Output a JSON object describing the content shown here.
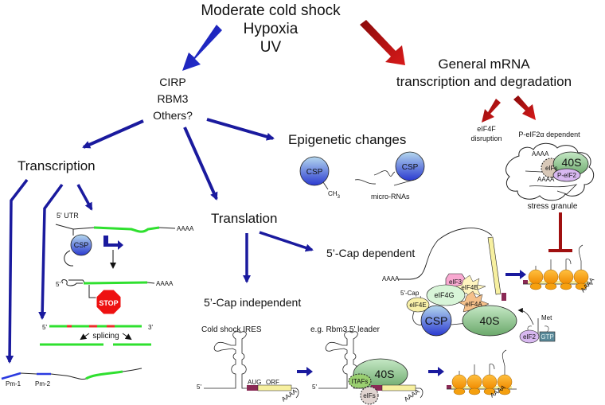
{
  "colors": {
    "blue_arrow": "#1a1a9e",
    "red_arrow": "#b00d0d",
    "rna_green": "#2fe02f",
    "intron_red": "#e8302a",
    "orf_yellow": "#f7f0a0",
    "aug_maroon": "#8a2a55",
    "ribosome_orange": "#f5a010",
    "csp_blue": "#4a66d8",
    "green_40s": "#8fcf8f",
    "stop_red": "#ee1111"
  },
  "top": {
    "stimuli": [
      "Moderate cold shock",
      "Hypoxia",
      "UV"
    ]
  },
  "left_branch": {
    "proteins": [
      "CIRP",
      "RBM3",
      "Others?"
    ]
  },
  "right_branch": {
    "title_lines": [
      "General mRNA",
      "transcription and degradation"
    ],
    "eif4f_lines": [
      "eIF4F",
      "disruption"
    ],
    "peif2_label": "P-eIF2α dependent",
    "granule": {
      "aaaa_top": "AAAA",
      "aaaa_bottom": "AAAA",
      "eifs": "eIFs",
      "ribosome": "40S",
      "peif2": "P-eIF2"
    },
    "stress_granule_label": "stress granule"
  },
  "transcription": {
    "title": "Transcription",
    "utr_label": "5' UTR",
    "aaaa1": "AAAA",
    "csp": "CSP",
    "five_prime": "5'",
    "aaaa2": "AAAA",
    "stop": "STOP",
    "splice_5": "5'",
    "splice_3": "3'",
    "splicing": "splicing",
    "pm1": "Pm-1",
    "pm2": "Pm-2"
  },
  "epigenetic": {
    "title": "Epigenetic changes",
    "csp1": "CSP",
    "methyl": "CH",
    "methyl_sub": "3",
    "csp2": "CSP",
    "mirna": "micro-RNAs"
  },
  "translation": {
    "title": "Translation",
    "cap_dependent": {
      "title": "5’-Cap dependent",
      "aaaa": "AAAA",
      "cap": "5'-Cap",
      "eif3": "eIF3",
      "eif4b": "eIF4B",
      "eif4g": "eIF4G",
      "eif4a": "eIF4A",
      "eif4e": "eIF4E",
      "csp": "CSP",
      "ribosome": "40S",
      "met": "Met",
      "eif2": "eIF2",
      "gtp": "GTP",
      "polysome_aaaa": "AAAA"
    },
    "cap_independent": {
      "title": "5’-Cap independent",
      "ires_label": "Cold shock IRES",
      "five_prime": "5'",
      "aug": "AUG",
      "orf": "ORF",
      "aaaa": "AAAA",
      "leader_label": "e.g. Rbm3  5' leader",
      "five_prime2": "5'",
      "itafs": "ITAFs",
      "eifs": "eIFs",
      "ribosome": "40S",
      "aaaa2": "AAAA",
      "polysome_aaaa": "AAAA"
    }
  }
}
